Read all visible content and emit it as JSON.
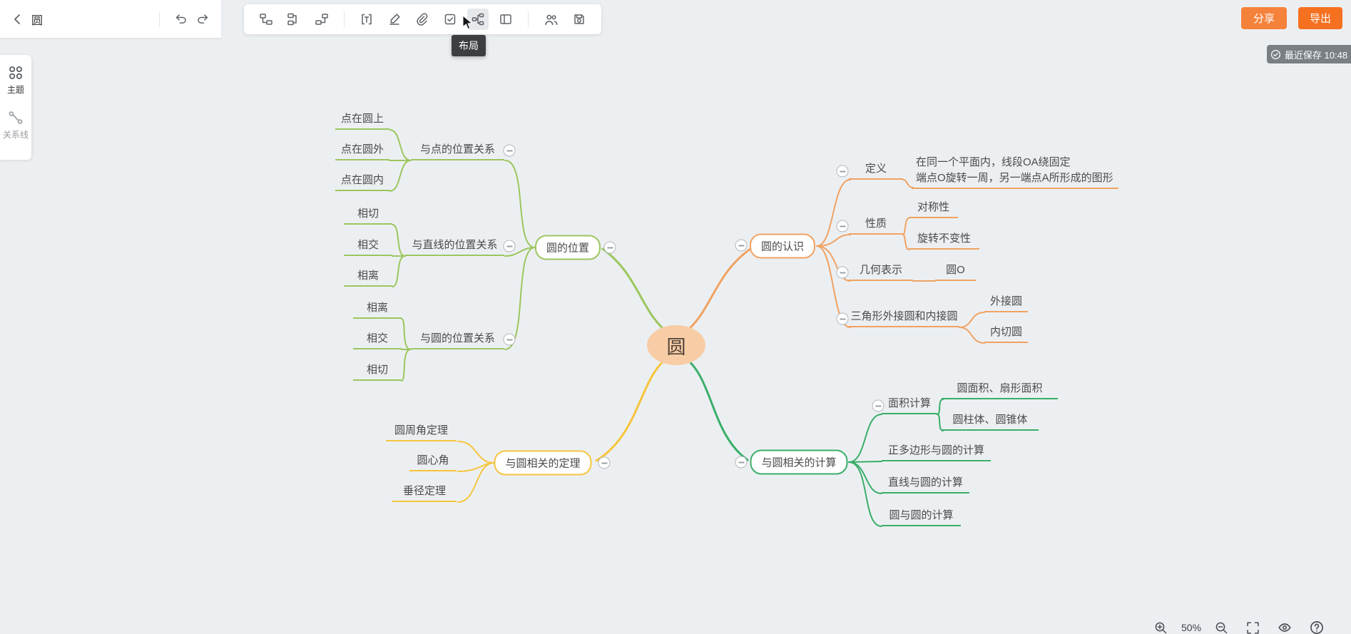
{
  "colors": {
    "canvas": "#eceff2",
    "green": "#9cc65f",
    "yellow": "#f6c53e",
    "orange": "#f0a262",
    "dgreen": "#3aae68",
    "central_fill": "#f8cda6",
    "share_bg": "#f5823b",
    "export_bg": "#f57120"
  },
  "topbar": {
    "title": "圆",
    "share_label": "分享",
    "export_label": "导出",
    "saved_text": "最近保存 10:48",
    "tooltip": "布局"
  },
  "sidebar": {
    "theme_label": "主题",
    "relation_label": "关系线"
  },
  "statusbar": {
    "zoom": "50%"
  },
  "mindmap": {
    "root": "圆",
    "nodes": {
      "pos": "圆的位置",
      "pos_point": "与点的位置关系",
      "pos_point_on": "点在圆上",
      "pos_point_out": "点在圆外",
      "pos_point_in": "点在圆内",
      "pos_line": "与直线的位置关系",
      "pos_line_tangent": "相切",
      "pos_line_intersect": "相交",
      "pos_line_separate": "相离",
      "pos_circle": "与圆的位置关系",
      "pos_circle_separate": "相离",
      "pos_circle_intersect": "相交",
      "pos_circle_tangent": "相切",
      "theorem": "与圆相关的定理",
      "theorem_inscribed": "圆周角定理",
      "theorem_central": "圆心角",
      "theorem_perp": "垂径定理",
      "know": "圆的认识",
      "know_def": "定义",
      "know_def_line1": "在同一个平面内，线段OA绕固定",
      "know_def_line2": "端点O旋转一周，另一端点A所形成的图形",
      "know_prop": "性质",
      "know_prop_sym": "对称性",
      "know_prop_rot": "旋转不变性",
      "know_geo": "几何表示",
      "know_geo_o": "圆O",
      "know_tri": "三角形外接圆和内接圆",
      "know_tri_out": "外接圆",
      "know_tri_in": "内切圆",
      "calc": "与圆相关的计算",
      "calc_area": "面积计算",
      "calc_area_1": "圆面积、扇形面积",
      "calc_area_2": "圆柱体、圆锥体",
      "calc_poly": "正多边形与圆的计算",
      "calc_line": "直线与圆的计算",
      "calc_circle": "圆与圆的计算"
    }
  }
}
